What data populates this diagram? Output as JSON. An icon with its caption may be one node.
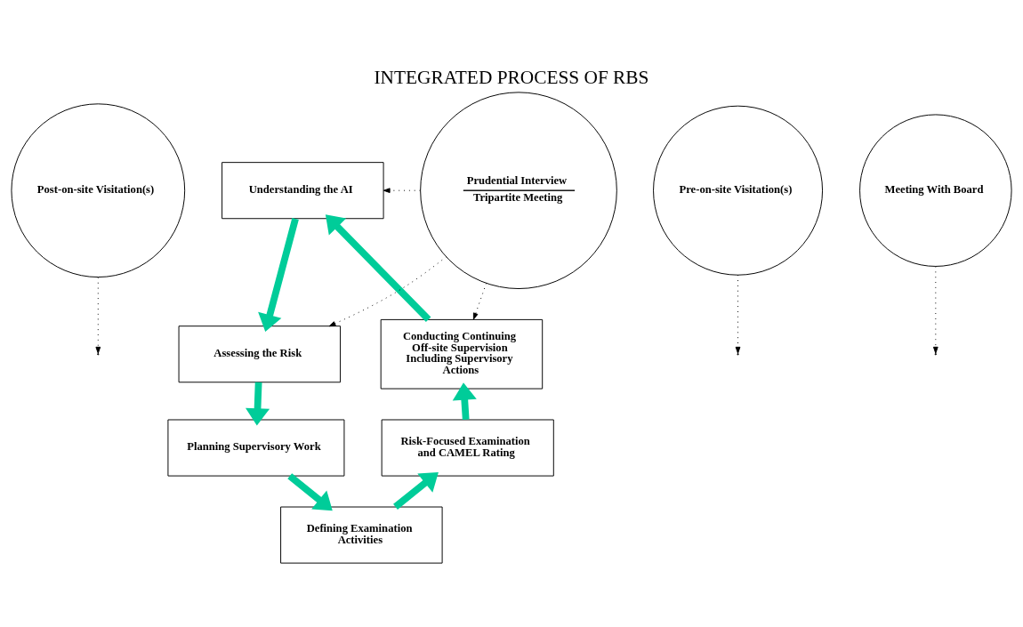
{
  "diagram": {
    "title": "INTEGRATED PROCESS OF RBS",
    "nodes": [
      {
        "text": [
          "Post-on-site Visitation(s)"
        ]
      },
      {
        "text": [
          "Understanding the AI"
        ]
      },
      {
        "text": [
          "Pre-on-site Visitation(s)"
        ]
      },
      {
        "text": [
          "Conducting Continuing Off-site Supervision Including Supervisory Actions"
        ]
      },
      {
        "text": [
          "Assessing the Risk"
        ]
      },
      {
        "text": [
          "Meeting With Board"
        ]
      },
      {
        "text": [
          "Prudential Interview",
          "Tripartite Meeting"
        ]
      },
      {
        "text": [
          "Risk-Focused Examination and CAMEL Rating"
        ]
      },
      {
        "text": [
          "Planning Supervisory Work"
        ]
      },
      {
        "text": [
          "Defining Examination Activities"
        ]
      }
    ],
    "edges": [
      {
        "from": 1,
        "to": 4,
        "arrow": "to",
        "style": "thick",
        "color": "#00cc99"
      },
      {
        "from": 4,
        "to": 8,
        "arrow": "to",
        "style": "thick",
        "color": "#00cc99"
      },
      {
        "from": 8,
        "to": 9,
        "arrow": "to",
        "style": "thick",
        "color": "#00cc99"
      },
      {
        "from": 9,
        "to": 7,
        "arrow": "to",
        "style": "thick",
        "color": "#00cc99"
      },
      {
        "from": 7,
        "to": 3,
        "arrow": "to",
        "style": "thick",
        "color": "#00cc99"
      },
      {
        "from": 3,
        "to": 1,
        "arrow": "to",
        "style": "thick",
        "color": "#00cc99"
      },
      {
        "from": 0,
        "to": null,
        "arrow": "to",
        "style": "dashed",
        "color": "#000000"
      },
      {
        "from": 2,
        "to": null,
        "arrow": "to",
        "style": "dashed",
        "color": "#000000"
      },
      {
        "from": 5,
        "to": null,
        "arrow": "to",
        "style": "dashed",
        "color": "#000000"
      },
      {
        "from": 6,
        "to": 3,
        "arrow": "to",
        "style": "dashed",
        "color": "#000000"
      },
      {
        "from": 6,
        "to": 1,
        "arrow": "to",
        "style": "dashed",
        "color": "#000000"
      },
      {
        "from": 6,
        "to": 4,
        "arrow": "to",
        "style": "dashed",
        "color": "#000000"
      }
    ]
  }
}
